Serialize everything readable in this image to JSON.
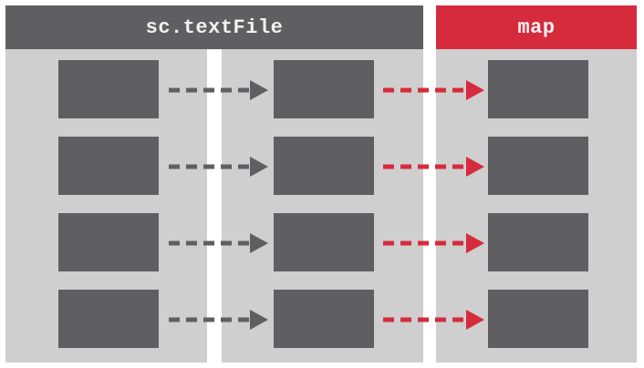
{
  "headers": {
    "textfile": "sc.textFile",
    "map": "map"
  },
  "colors": {
    "header_gray": "#5f5f62",
    "header_red": "#d62b3c",
    "panel_bg": "#cfcfcf",
    "block": "#5f5f62",
    "arrow_gray": "#5f5f62",
    "arrow_red": "#d62b3c"
  },
  "rows": 4
}
